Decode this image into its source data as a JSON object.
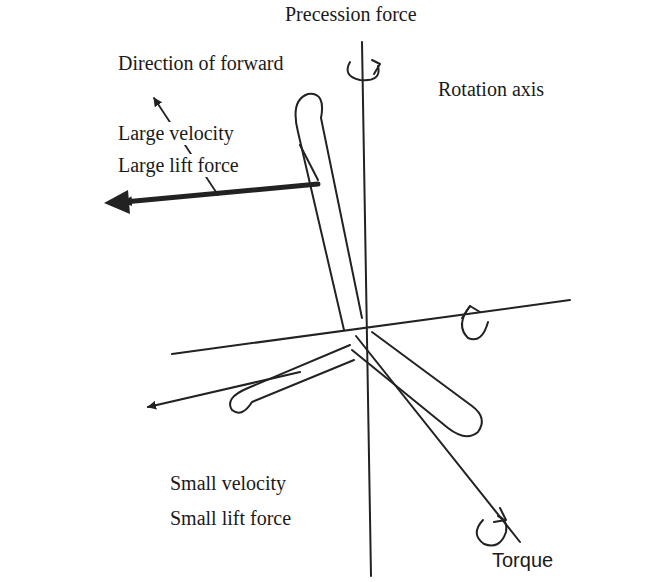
{
  "diagram": {
    "labels": [
      "Precession force",
      "Direction of forward",
      "Large velocity",
      "Large lift force",
      "Rotation axis",
      "Small velocity",
      "Small lift force",
      "Torque"
    ]
  }
}
